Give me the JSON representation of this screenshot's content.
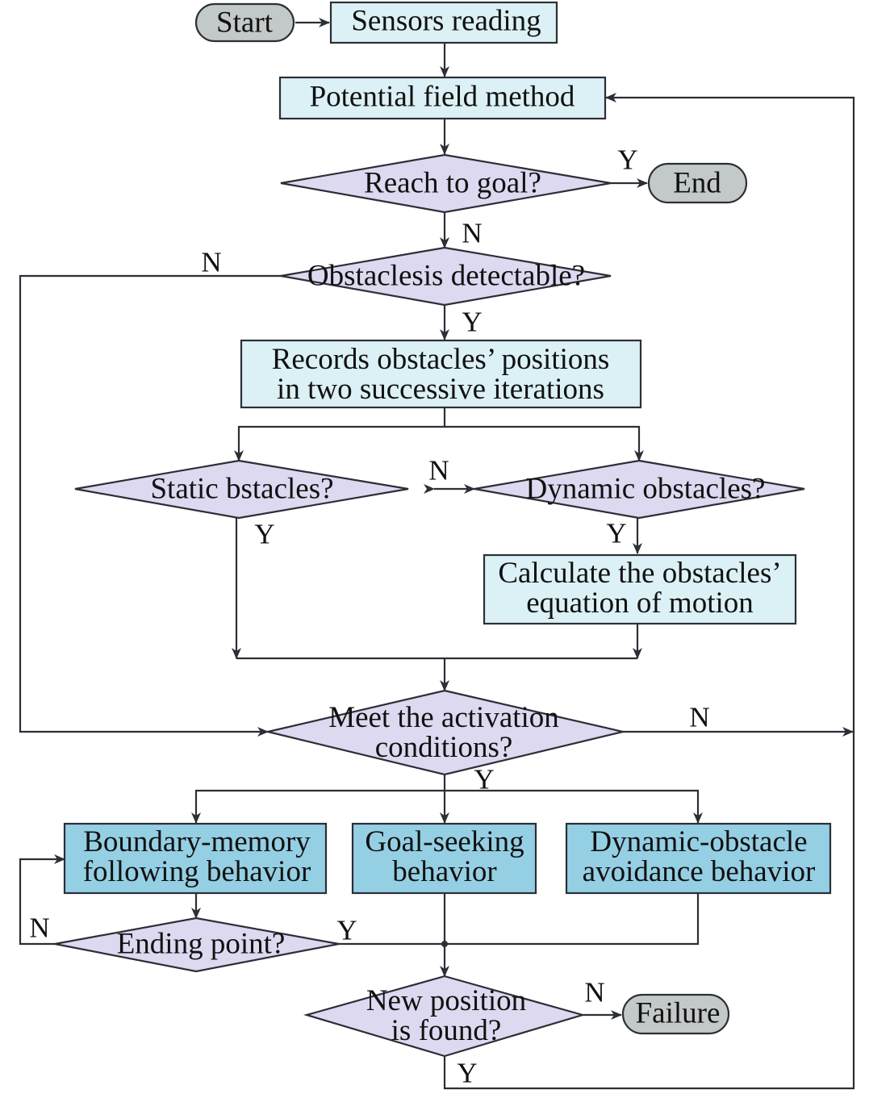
{
  "colors": {
    "terminal": "#c3c8c8",
    "process_light": "#dcf1f5",
    "process_dark": "#95cfe4",
    "decision": "#ddd9f0",
    "line": "#2b2f36"
  },
  "nodes": {
    "start": {
      "text": [
        "Start"
      ]
    },
    "sensors": {
      "text": [
        "Sensors reading"
      ]
    },
    "potential": {
      "text": [
        "Potential field method"
      ]
    },
    "reach_goal": {
      "text": [
        "Reach to goal?"
      ]
    },
    "end": {
      "text": [
        "End"
      ]
    },
    "obstacle_detect": {
      "text": [
        "Obstaclesis detectable?"
      ]
    },
    "records": {
      "text": [
        "Records obstacles’ positions",
        "in two  successive iterations"
      ]
    },
    "static": {
      "text": [
        "Static bstacles?"
      ]
    },
    "dynamic": {
      "text": [
        "Dynamic obstacles?"
      ]
    },
    "calculate": {
      "text": [
        "Calculate the obstacles’",
        "equation of motion"
      ]
    },
    "activation": {
      "text": [
        "Meet the activation",
        "conditions?"
      ]
    },
    "boundary": {
      "text": [
        "Boundary-memory",
        "following behavior"
      ]
    },
    "goal_seeking": {
      "text": [
        "Goal-seeking",
        "behavior"
      ]
    },
    "dyn_avoid": {
      "text": [
        "Dynamic-obstacle",
        "avoidance behavior"
      ]
    },
    "ending": {
      "text": [
        "Ending point?"
      ]
    },
    "new_pos": {
      "text": [
        "New position",
        "is found?"
      ]
    },
    "failure": {
      "text": [
        "Failure"
      ]
    }
  },
  "edge_labels": {
    "reach_goal_yes": "Y",
    "reach_goal_no": "N",
    "detect_no": "N",
    "detect_yes": "Y",
    "static_dynamic_no": "N",
    "static_yes": "Y",
    "dynamic_yes": "Y",
    "activation_no": "N",
    "activation_yes": "Y",
    "ending_no": "N",
    "ending_yes": "Y",
    "new_pos_no": "N",
    "new_pos_yes": "Y"
  }
}
